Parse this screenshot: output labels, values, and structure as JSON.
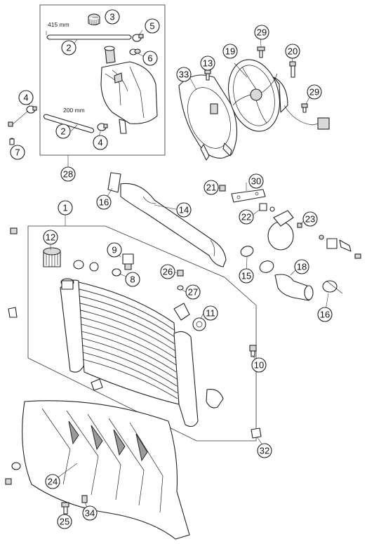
{
  "diagram": {
    "dimensions": {
      "top": "415 mm",
      "bottom": "200 mm"
    },
    "callouts": {
      "c1": "1",
      "c2a": "2",
      "c2b": "2",
      "c3": "3",
      "c4a": "4",
      "c4b": "4",
      "c5": "5",
      "c6": "6",
      "c7": "7",
      "c8": "8",
      "c9": "9",
      "c10": "10",
      "c11": "11",
      "c12": "12",
      "c13": "13",
      "c14": "14",
      "c15": "15",
      "c16a": "16",
      "c16b": "16",
      "c18": "18",
      "c19": "19",
      "c20": "20",
      "c21": "21",
      "c22": "22",
      "c23": "23",
      "c24": "24",
      "c25": "25",
      "c26": "26",
      "c27": "27",
      "c28": "28",
      "c29a": "29",
      "c29b": "29",
      "c30": "30",
      "c32": "32",
      "c33": "33",
      "c34": "34"
    }
  }
}
